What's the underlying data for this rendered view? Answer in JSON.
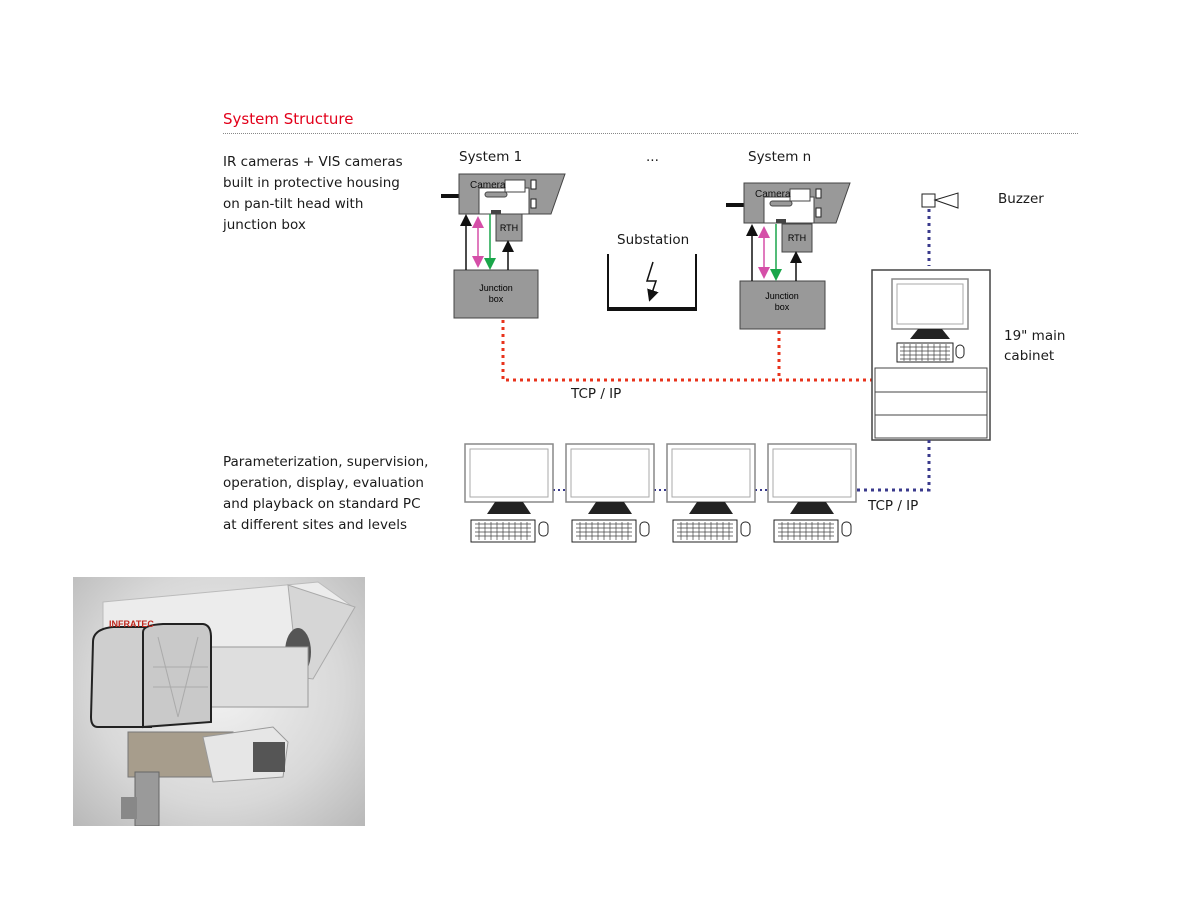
{
  "title": "System Structure",
  "top_description": [
    "IR cameras + VIS cameras",
    "built in protective housing",
    "on pan-tilt head with",
    "junction box"
  ],
  "bottom_description": [
    "Parameterization, supervision,",
    "operation, display, evaluation",
    "and playback on standard PC",
    "at different sites and levels"
  ],
  "systems": [
    {
      "label": "System 1",
      "camera": "Camera",
      "rth": "RTH",
      "junction": [
        "Junction",
        "box"
      ]
    },
    {
      "label": "System n",
      "camera": "Camera",
      "rth": "RTH",
      "junction": [
        "Junction",
        "box"
      ]
    }
  ],
  "ellipsis": "...",
  "substation": "Substation",
  "buzzer": "Buzzer",
  "cabinet": [
    "19\" main",
    "cabinet"
  ],
  "network_labels": [
    "TCP / IP",
    "TCP / IP"
  ],
  "photo_logo": "InfraTec",
  "colors": {
    "title": "#e2001a",
    "tcp_red": "#e8331c",
    "tcp_blue": "#3a3a8c",
    "arrow_pink": "#d54fa8",
    "arrow_green": "#1aa64a",
    "box_gray": "#999999"
  }
}
